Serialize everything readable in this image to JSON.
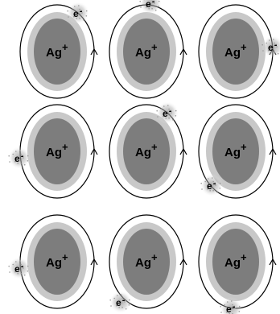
{
  "ion_symbol": "Ag",
  "ion_charge": "+",
  "electron_symbol": "e",
  "electron_charge": "-",
  "colors": {
    "outer_shell": "#c8c8c8",
    "core": "#7d7d7d",
    "orbit": "#000000",
    "cloud": "#9a9a9a"
  },
  "panels": [
    {
      "row": 1,
      "col": 1,
      "electron_position": "upper-right"
    },
    {
      "row": 1,
      "col": 2,
      "electron_position": "top"
    },
    {
      "row": 1,
      "col": 3,
      "electron_position": "right"
    },
    {
      "row": 2,
      "col": 1,
      "electron_position": "left"
    },
    {
      "row": 2,
      "col": 2,
      "electron_position": "upper-right"
    },
    {
      "row": 2,
      "col": 3,
      "electron_position": "lower-left"
    },
    {
      "row": 3,
      "col": 1,
      "electron_position": "left"
    },
    {
      "row": 3,
      "col": 2,
      "electron_position": "bottom-left"
    },
    {
      "row": 3,
      "col": 3,
      "electron_position": "bottom"
    }
  ]
}
